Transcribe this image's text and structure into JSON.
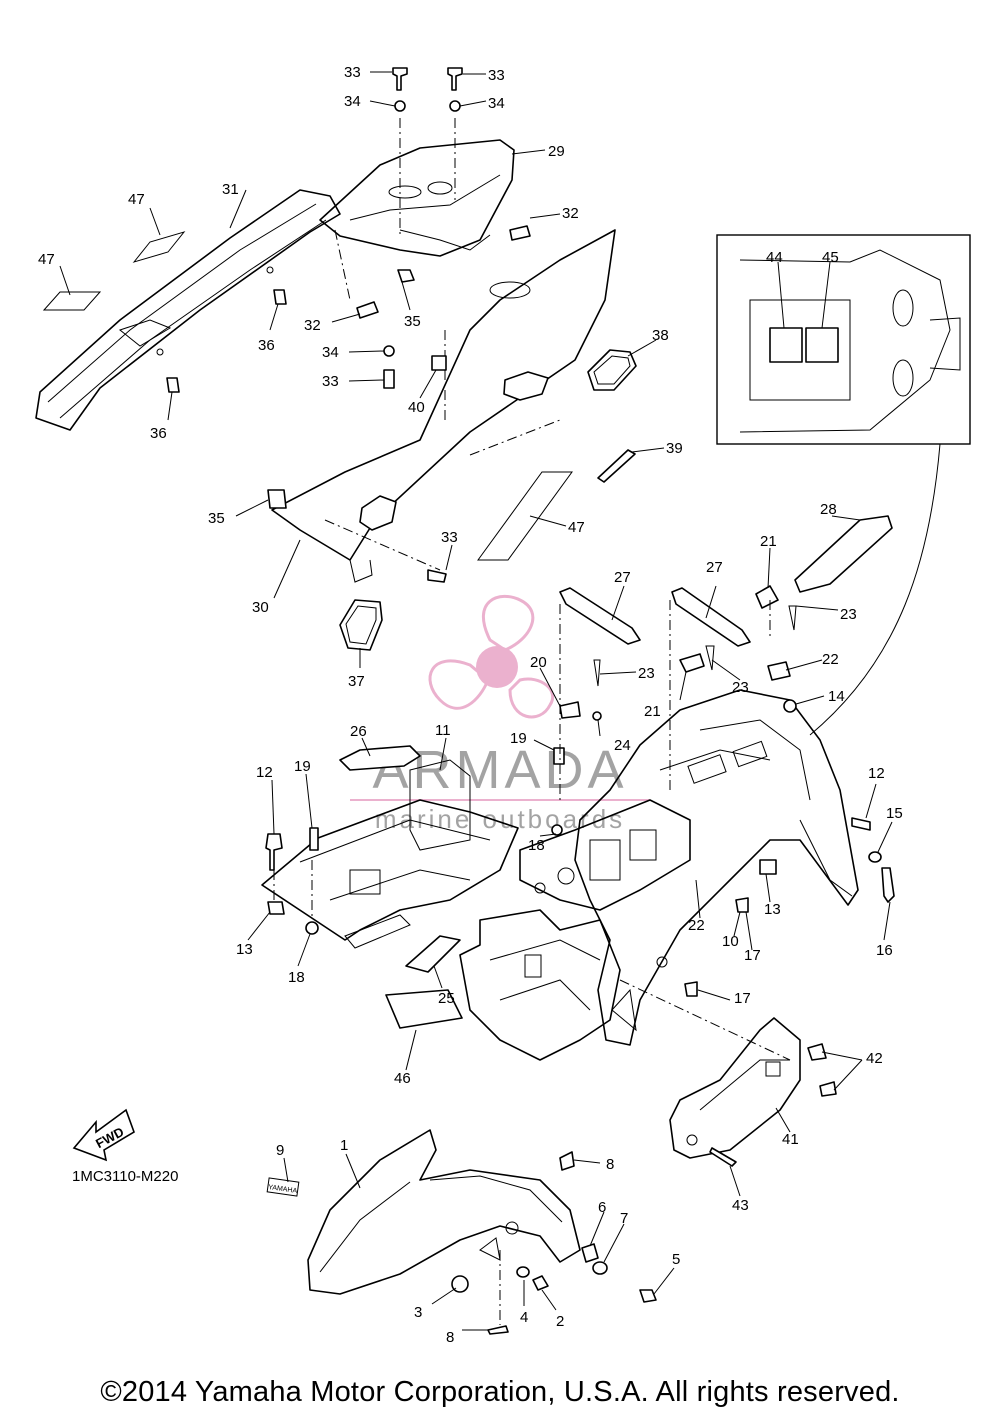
{
  "diagram_code": "1MC3110-M220",
  "copyright": "©2014 Yamaha Motor Corporation, U.S.A. All rights reserved.",
  "fwd_label": "FWD",
  "watermark": {
    "brand": "ARMADA",
    "tagline": "marine outboards",
    "colors": {
      "logo": "#e9a9c9",
      "text": "#9a9a9a"
    }
  },
  "decal_text": "YAMAHA",
  "callouts": [
    {
      "id": "c33a",
      "text": "33"
    },
    {
      "id": "c34a",
      "text": "34"
    },
    {
      "id": "c33b",
      "text": "33"
    },
    {
      "id": "c34b",
      "text": "34"
    },
    {
      "id": "c29",
      "text": "29"
    },
    {
      "id": "c31",
      "text": "31"
    },
    {
      "id": "c47a",
      "text": "47"
    },
    {
      "id": "c47b",
      "text": "47"
    },
    {
      "id": "c32a",
      "text": "32"
    },
    {
      "id": "c32b",
      "text": "32"
    },
    {
      "id": "c35a",
      "text": "35"
    },
    {
      "id": "c36a",
      "text": "36"
    },
    {
      "id": "c36b",
      "text": "36"
    },
    {
      "id": "c34c",
      "text": "34"
    },
    {
      "id": "c33c",
      "text": "33"
    },
    {
      "id": "c40",
      "text": "40"
    },
    {
      "id": "c38",
      "text": "38"
    },
    {
      "id": "c39",
      "text": "39"
    },
    {
      "id": "c35b",
      "text": "35"
    },
    {
      "id": "c33d",
      "text": "33"
    },
    {
      "id": "c47c",
      "text": "47"
    },
    {
      "id": "c30",
      "text": "30"
    },
    {
      "id": "c37",
      "text": "37"
    },
    {
      "id": "c44",
      "text": "44"
    },
    {
      "id": "c45",
      "text": "45"
    },
    {
      "id": "c28",
      "text": "28"
    },
    {
      "id": "c27a",
      "text": "27"
    },
    {
      "id": "c27b",
      "text": "27"
    },
    {
      "id": "c21a",
      "text": "21"
    },
    {
      "id": "c23a",
      "text": "23"
    },
    {
      "id": "c20",
      "text": "20"
    },
    {
      "id": "c23b",
      "text": "23"
    },
    {
      "id": "c21b",
      "text": "21"
    },
    {
      "id": "c23c",
      "text": "23"
    },
    {
      "id": "c22a",
      "text": "22"
    },
    {
      "id": "c14",
      "text": "14"
    },
    {
      "id": "c24",
      "text": "24"
    },
    {
      "id": "c26",
      "text": "26"
    },
    {
      "id": "c11",
      "text": "11"
    },
    {
      "id": "c19a",
      "text": "19"
    },
    {
      "id": "c12a",
      "text": "12"
    },
    {
      "id": "c19b",
      "text": "19"
    },
    {
      "id": "c18a",
      "text": "18"
    },
    {
      "id": "c12b",
      "text": "12"
    },
    {
      "id": "c15",
      "text": "15"
    },
    {
      "id": "c13a",
      "text": "13"
    },
    {
      "id": "c13b",
      "text": "13"
    },
    {
      "id": "c18b",
      "text": "18"
    },
    {
      "id": "c22b",
      "text": "22"
    },
    {
      "id": "c10",
      "text": "10"
    },
    {
      "id": "c17a",
      "text": "17"
    },
    {
      "id": "c16",
      "text": "16"
    },
    {
      "id": "c25",
      "text": "25"
    },
    {
      "id": "c17b",
      "text": "17"
    },
    {
      "id": "c46",
      "text": "46"
    },
    {
      "id": "c42",
      "text": "42"
    },
    {
      "id": "c41",
      "text": "41"
    },
    {
      "id": "c43",
      "text": "43"
    },
    {
      "id": "c9",
      "text": "9"
    },
    {
      "id": "c1",
      "text": "1"
    },
    {
      "id": "c8a",
      "text": "8"
    },
    {
      "id": "c6",
      "text": "6"
    },
    {
      "id": "c7",
      "text": "7"
    },
    {
      "id": "c5",
      "text": "5"
    },
    {
      "id": "c3",
      "text": "3"
    },
    {
      "id": "c4",
      "text": "4"
    },
    {
      "id": "c2",
      "text": "2"
    },
    {
      "id": "c8b",
      "text": "8"
    }
  ]
}
